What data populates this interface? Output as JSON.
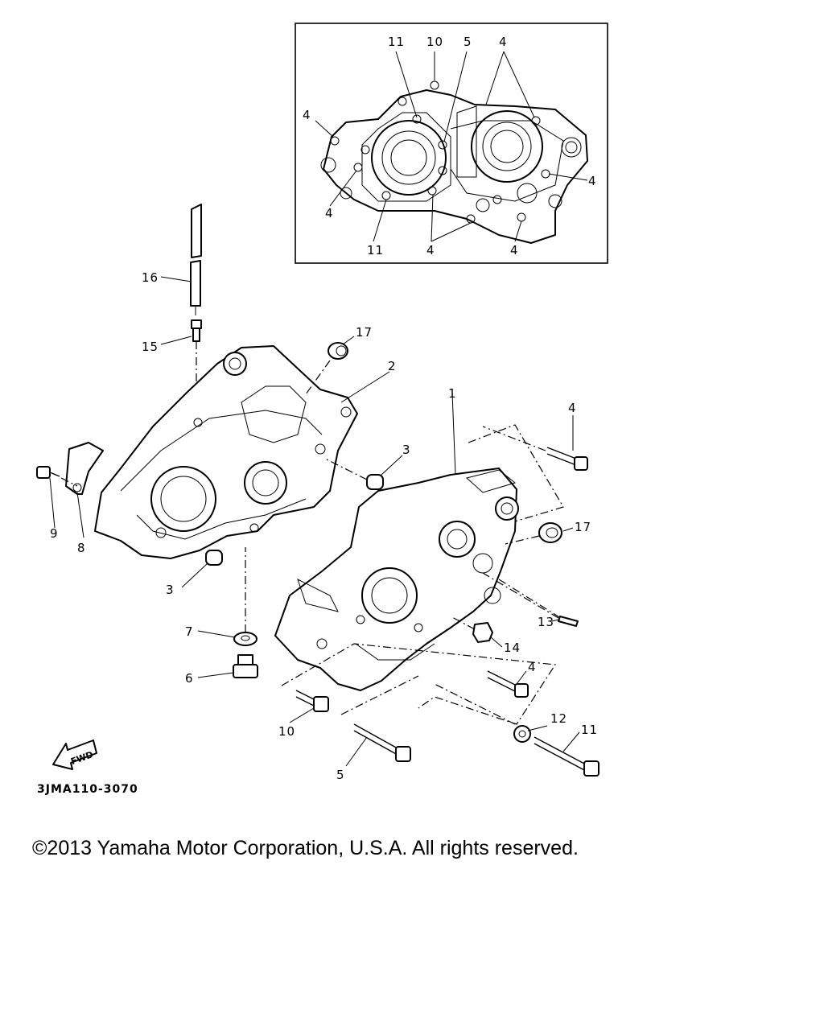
{
  "diagram_code": "3JMA110-3070",
  "copyright": "©2013 Yamaha Motor Corporation, U.S.A. All rights reserved.",
  "fwd_label": "FWD",
  "inset_callouts": [
    "11",
    "10",
    "5",
    "4",
    "4",
    "4",
    "4",
    "11",
    "4",
    "4"
  ],
  "callouts": [
    "16",
    "15",
    "17",
    "2",
    "1",
    "4",
    "3",
    "9",
    "8",
    "3",
    "7",
    "6",
    "17",
    "13",
    "14",
    "4",
    "10",
    "5",
    "12",
    "11"
  ]
}
